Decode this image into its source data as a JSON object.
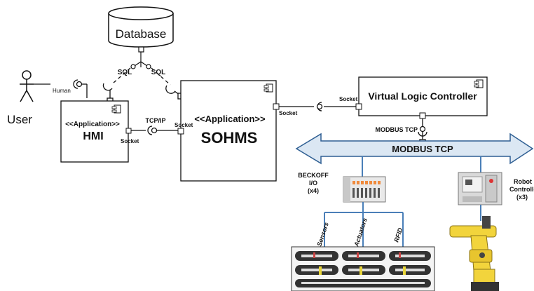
{
  "database": {
    "label": "Database"
  },
  "user": {
    "label": "User",
    "port_label": "Human"
  },
  "hmi": {
    "stereotype": "<<Application>>",
    "name": "HMI",
    "socket_label": "Socket"
  },
  "sohms": {
    "stereotype": "<<Application>>",
    "name": "SOHMS",
    "socket_left_label": "Socket",
    "socket_right_label": "Socket"
  },
  "vlc": {
    "name": "Virtual Logic Controller",
    "socket_label": "Socket",
    "bus_port_label": "MODBUS TCP"
  },
  "connections": {
    "sql_left": "SQL",
    "sql_right": "SQL",
    "tcpip": "TCP/IP"
  },
  "bus": {
    "label": "MODBUS TCP",
    "color": "#dbe7f3"
  },
  "beckhoff": {
    "line1": "BECKOFF",
    "line2": "I/O",
    "line3": "(x4)"
  },
  "robot": {
    "line1": "Robot",
    "line2": "Controller",
    "line3": "(x3)"
  },
  "io_signals": [
    "Sensors",
    "Actuators",
    "RFID"
  ]
}
